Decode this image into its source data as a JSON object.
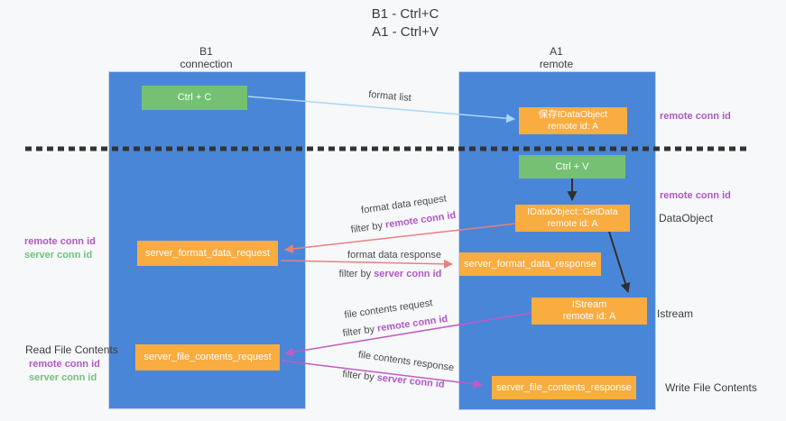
{
  "title": {
    "line1": "B1 - Ctrl+C",
    "line2": "A1 - Ctrl+V"
  },
  "lanes": {
    "left": {
      "name": "B1",
      "subtitle": "connection"
    },
    "right": {
      "name": "A1",
      "subtitle": "remote"
    }
  },
  "nodes": {
    "ctrl_c": "Ctrl + C",
    "ctrl_v": "Ctrl + V",
    "save_idataobject": {
      "line1": "保存IDataObject",
      "line2": "remote id: A"
    },
    "idataobject_getdata": {
      "line1": "IDataObject::GetData",
      "line2": "remote id: A"
    },
    "istream": {
      "line1": "IStream",
      "line2": "remote id: A"
    },
    "server_format_data_request": "server_format_data_request",
    "server_format_data_response": "server_format_data_response",
    "server_file_contents_request": "server_file_contents_request",
    "server_file_contents_response": "server_file_contents_response"
  },
  "edge_labels": {
    "format_list": "format list",
    "format_data_request": "format data request",
    "format_data_response": "format data response",
    "file_contents_request": "file contents request",
    "file_contents_response": "file contents response",
    "filter_prefix": "filter by",
    "remote_conn_id": "remote conn id",
    "server_conn_id": "server conn id"
  },
  "side_labels": {
    "remote_conn_id": "remote conn id",
    "server_conn_id": "server conn id",
    "dataobject": "DataObject",
    "istream": "Istream",
    "read_file_contents": "Read File Contents",
    "write_file_contents": "Write File Contents"
  },
  "colors": {
    "bg": "#f7f8fa",
    "lane": "#4a86d8",
    "green_box": "#74c174",
    "orange_box": "#f9ac40",
    "box_text": "#ffffff",
    "text": "#3c3c3c",
    "purple": "#af58c4",
    "green_text": "#6fc27a",
    "arrow_blue": "#a9d7f5",
    "arrow_salmon": "#e88080",
    "arrow_magenta": "#c45ac4",
    "arrow_black": "#2f2f2f",
    "dashed": "#333333"
  }
}
